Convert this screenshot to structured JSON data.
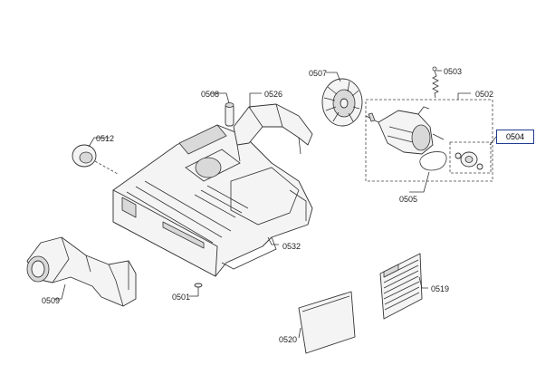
{
  "parts": {
    "p0501": "0501",
    "p0502": "0502",
    "p0503": "0503",
    "p0504": "0504",
    "p0505": "0505",
    "p0507": "0507",
    "p0508": "0508",
    "p0509": "0509",
    "p0512": "0512",
    "p0519": "0519",
    "p0520": "0520",
    "p0526": "0526",
    "p0532": "0532"
  },
  "highlight_color": "#1f3c8f"
}
